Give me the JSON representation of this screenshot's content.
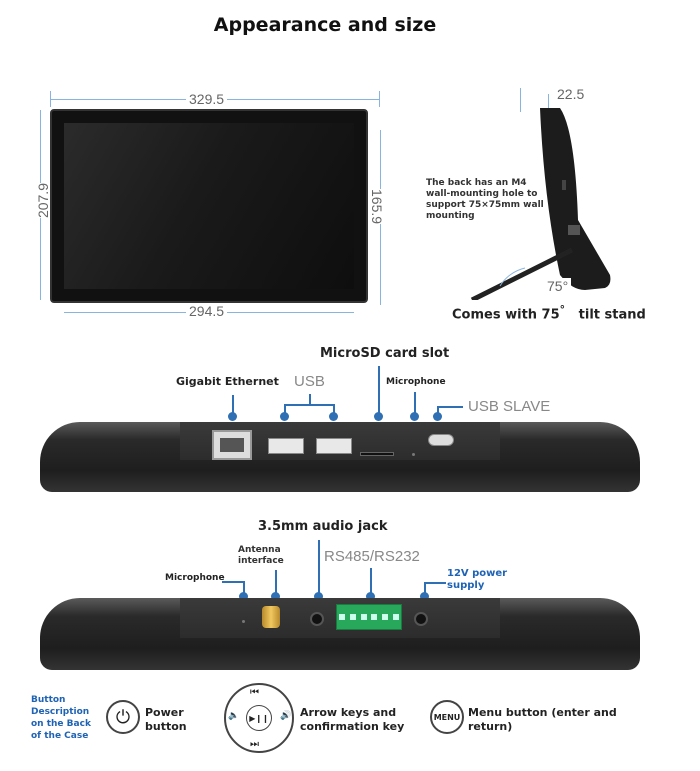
{
  "title": "Appearance and size",
  "front": {
    "width_top": "329.5",
    "height_left": "207.9",
    "height_right": "165.9",
    "width_bottom": "294.5"
  },
  "side": {
    "depth": "22.5",
    "angle": "75°",
    "wall_mount_note": "The back has an M4 wall-mounting hole to support 75×75mm wall mounting",
    "stand_caption_prefix": "Comes with 75",
    "stand_caption_degree": "°",
    "stand_caption_suffix": "tilt stand"
  },
  "top_ports": {
    "microsd": "MicroSD card slot",
    "ethernet": "Gigabit Ethernet",
    "usb": "USB",
    "microphone": "Microphone",
    "usb_slave": "USB SLAVE"
  },
  "bottom_ports": {
    "audio_jack": "3.5mm audio jack",
    "antenna": "Antenna interface",
    "rs485": "RS485/RS232",
    "microphone": "Microphone",
    "power_12v": "12V power supply"
  },
  "buttons": {
    "section_label": "Button Description on the Back of the Case",
    "power_label": "Power button",
    "arrow_label": "Arrow keys and confirmation key",
    "menu_label": "Menu button (enter and return)",
    "menu_text": "MENU",
    "arrow_top": "⏮",
    "arrow_bottom": "⏭",
    "arrow_left": "🔈",
    "arrow_right": "🔊",
    "arrow_center": "▶❙❙",
    "power_icon": "⏻"
  },
  "colors": {
    "accent_blue": "#2f6fb3",
    "label_blue": "#1f63b5"
  }
}
